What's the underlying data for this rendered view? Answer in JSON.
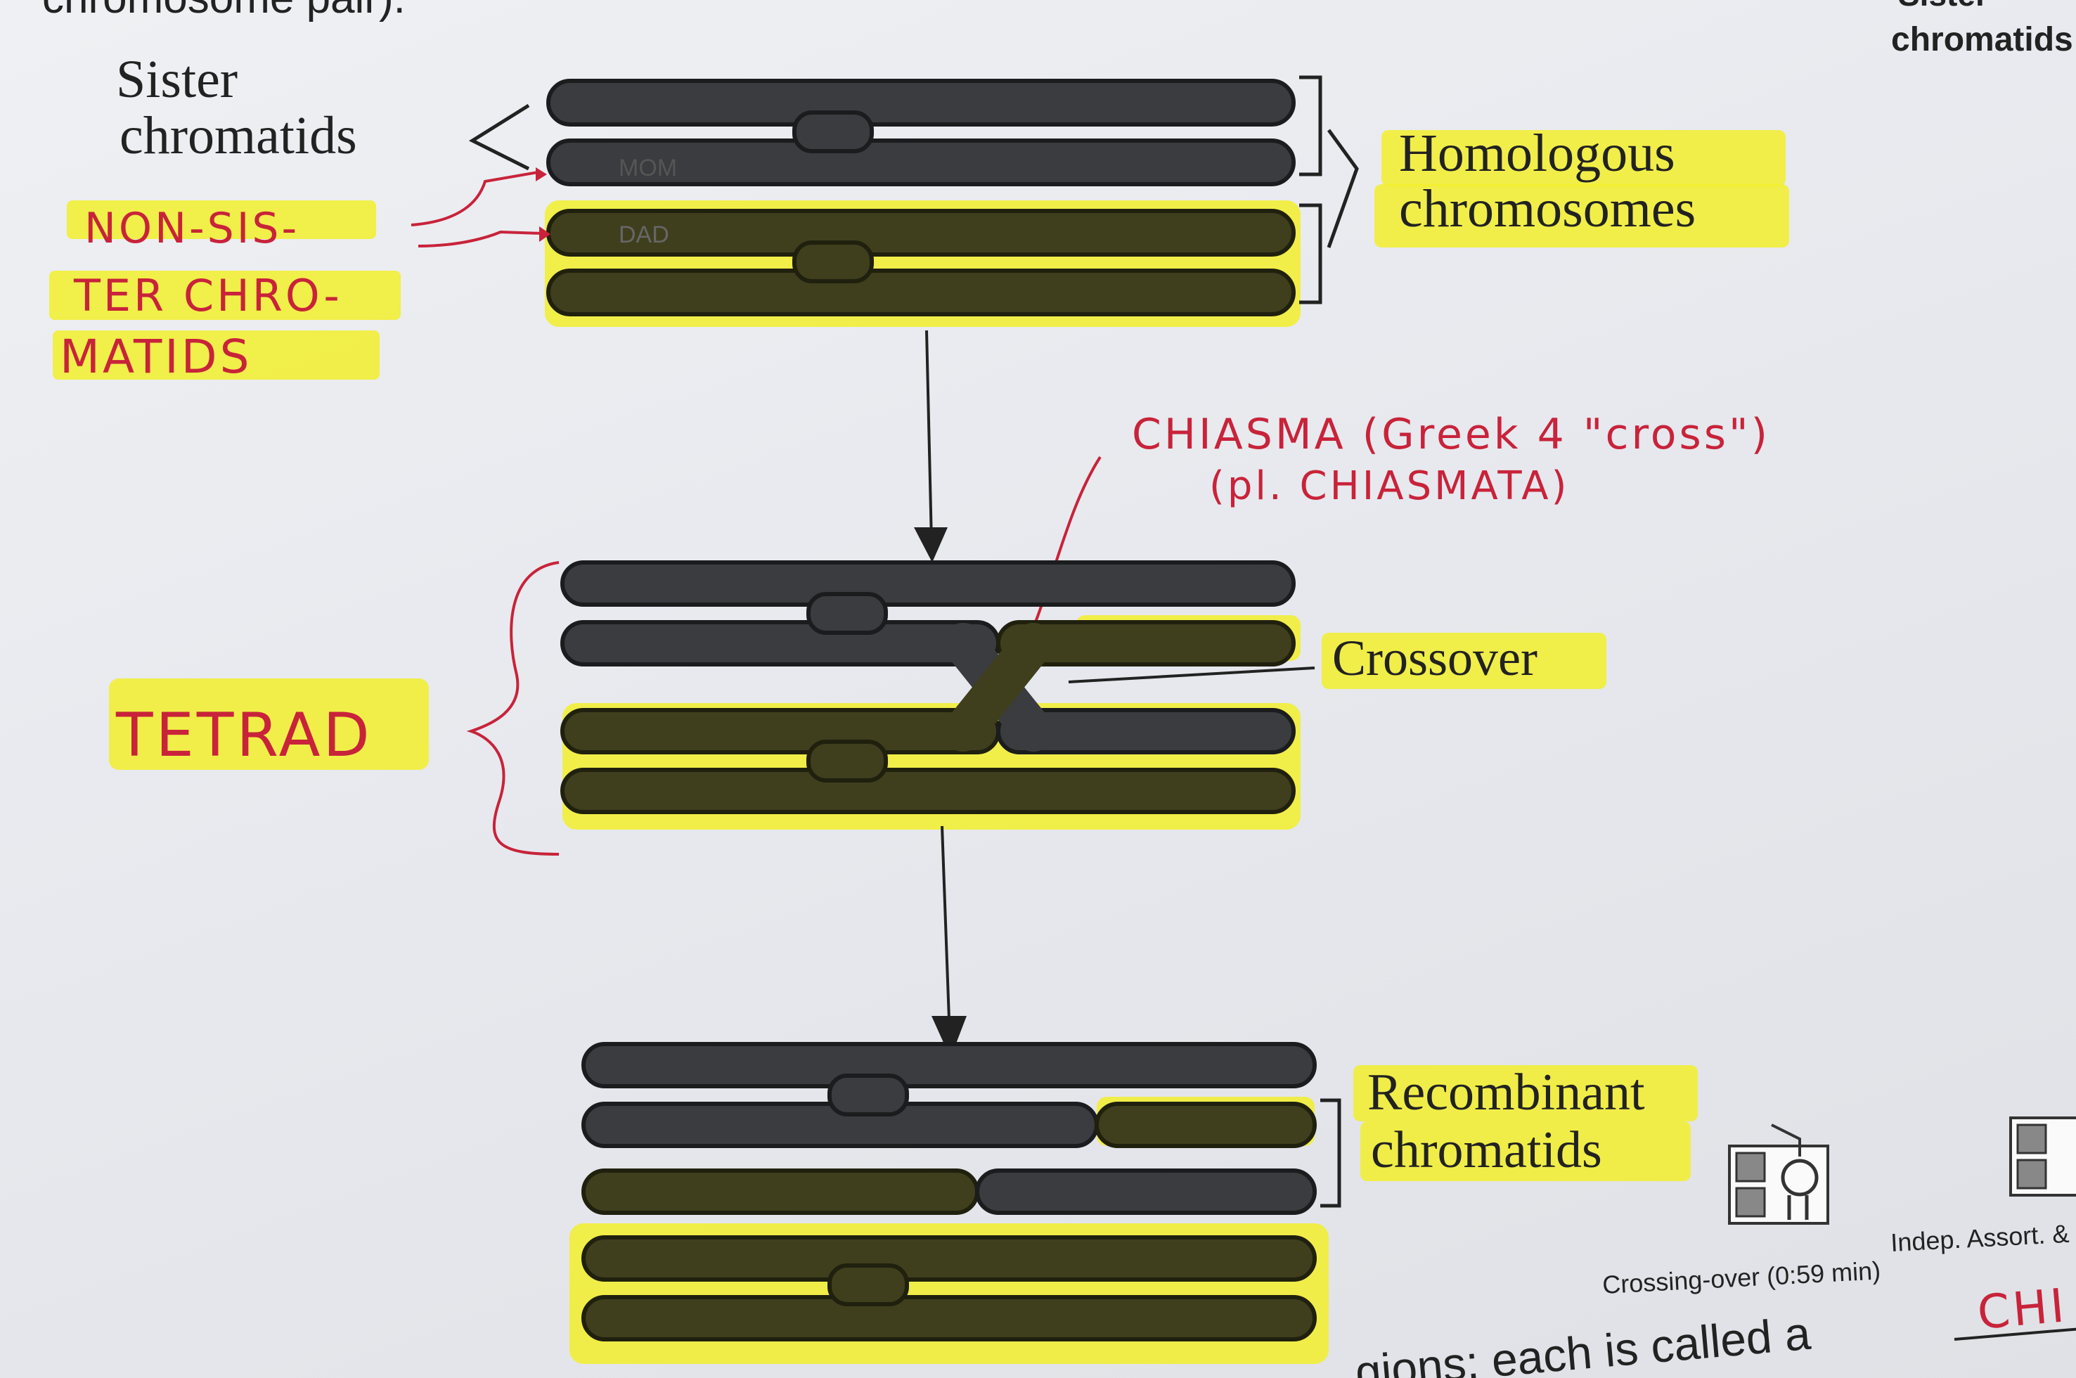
{
  "top_cut_text": "chromosome pair).",
  "top_right_cut": {
    "line1": "Sister",
    "line2": "chromatids"
  },
  "labels": {
    "sister": "Sister",
    "chromatids": "chromatids",
    "homologous": "Homologous",
    "chromosomes": "chromosomes",
    "crossover": "Crossover",
    "recombinant": "Recombinant",
    "recombinant_chromatids": "chromatids"
  },
  "chromatid_tags": {
    "top": "MOM",
    "bottom": "DAD"
  },
  "handwriting": {
    "nonsister_1": "NON-SIS-",
    "nonsister_2": "TER CHRO-",
    "nonsister_3": "MATIDS",
    "tetrad": "TETRAD",
    "chiasma_1": "CHIASMA (Greek 4 \"cross\")",
    "chiasma_2": "(pl. CHIASMATA)",
    "blank_answer": "CHI"
  },
  "media": {
    "caption1": "Crossing-over (0:59 min)",
    "caption2": "Indep. Assort. & Cr"
  },
  "bottom_text": "gions: each is called a"
}
